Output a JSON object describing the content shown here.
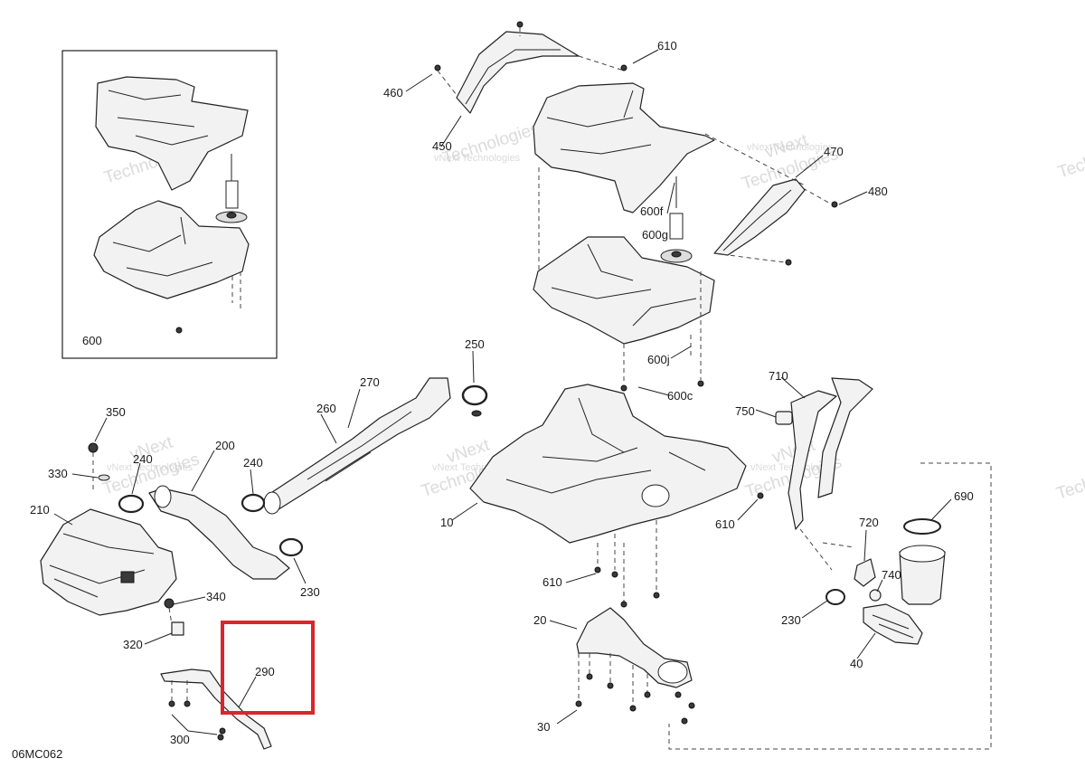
{
  "diagram_code": "06MC062",
  "inset_label": "600",
  "callouts": [
    {
      "id": "610-top",
      "text": "610"
    },
    {
      "id": "460",
      "text": "460"
    },
    {
      "id": "450",
      "text": "450"
    },
    {
      "id": "470",
      "text": "470"
    },
    {
      "id": "480",
      "text": "480"
    },
    {
      "id": "600f",
      "text": "600f"
    },
    {
      "id": "600g",
      "text": "600g"
    },
    {
      "id": "600j",
      "text": "600j"
    },
    {
      "id": "600c",
      "text": "600c"
    },
    {
      "id": "250",
      "text": "250"
    },
    {
      "id": "270",
      "text": "270"
    },
    {
      "id": "260",
      "text": "260"
    },
    {
      "id": "350",
      "text": "350"
    },
    {
      "id": "200",
      "text": "200"
    },
    {
      "id": "240-left",
      "text": "240"
    },
    {
      "id": "240-right",
      "text": "240"
    },
    {
      "id": "330",
      "text": "330"
    },
    {
      "id": "210",
      "text": "210"
    },
    {
      "id": "230-left",
      "text": "230"
    },
    {
      "id": "340",
      "text": "340"
    },
    {
      "id": "320",
      "text": "320"
    },
    {
      "id": "290",
      "text": "290"
    },
    {
      "id": "300",
      "text": "300"
    },
    {
      "id": "10",
      "text": "10"
    },
    {
      "id": "610-mid",
      "text": "610"
    },
    {
      "id": "610-low",
      "text": "610"
    },
    {
      "id": "20",
      "text": "20"
    },
    {
      "id": "30",
      "text": "30"
    },
    {
      "id": "710",
      "text": "710"
    },
    {
      "id": "750",
      "text": "750"
    },
    {
      "id": "690",
      "text": "690"
    },
    {
      "id": "720",
      "text": "720"
    },
    {
      "id": "740",
      "text": "740"
    },
    {
      "id": "230-right",
      "text": "230"
    },
    {
      "id": "40",
      "text": "40"
    }
  ],
  "watermark": {
    "brand_top": "vNext",
    "brand_bottom": "Technologies",
    "brand_full": "vNext Technologies"
  },
  "highlight": {
    "color": "#d9262c",
    "part": "290"
  }
}
